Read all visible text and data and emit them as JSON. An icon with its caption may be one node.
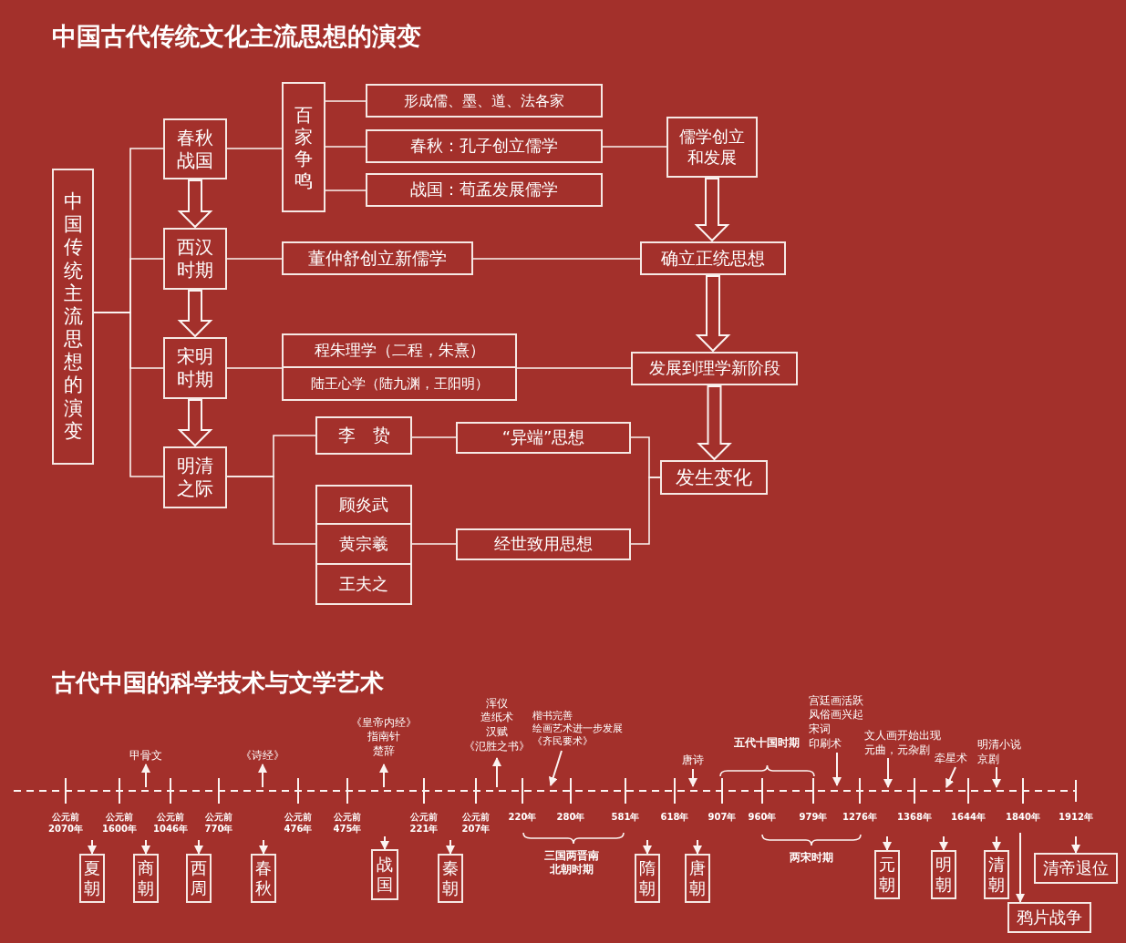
{
  "diagram": {
    "title": "中国古代传统文化主流思想的演变",
    "nodes": [
      {
        "text": [
          "中国传统主流思想的演变"
        ]
      },
      {
        "text": [
          "春秋战国"
        ]
      },
      {
        "text": [
          "西汉时期"
        ]
      },
      {
        "text": [
          "宋明时期"
        ]
      },
      {
        "text": [
          "明清之际"
        ]
      },
      {
        "text": [
          "百家争鸣"
        ]
      },
      {
        "text": [
          "形成儒、墨、道、法各家"
        ]
      },
      {
        "text": [
          "春秋：孔子创立儒学"
        ]
      },
      {
        "text": [
          "战国：荀孟发展儒学"
        ]
      },
      {
        "text": [
          "儒学创立和发展"
        ]
      },
      {
        "text": [
          "董仲舒创立新儒学"
        ]
      },
      {
        "text": [
          "确立正统思想"
        ]
      },
      {
        "text": [
          "程朱理学（二程，朱熹）"
        ]
      },
      {
        "text": [
          "陆王心学（陆九渊，王阳明）"
        ]
      },
      {
        "text": [
          "发展到理学新阶段"
        ]
      },
      {
        "text": [
          "李　贽"
        ]
      },
      {
        "text": [
          "“异端”思想"
        ]
      },
      {
        "text": [
          "顾炎武"
        ]
      },
      {
        "text": [
          "黄宗羲"
        ]
      },
      {
        "text": [
          "王夫之"
        ]
      },
      {
        "text": [
          "经世致用思想"
        ]
      },
      {
        "text": [
          "发生变化"
        ]
      },
      {
        "text": [
          "甲骨文"
        ]
      },
      {
        "text": [
          "《诗经》"
        ]
      },
      {
        "text": [
          "《皇帝内经》",
          "指南针",
          "楚辞"
        ]
      },
      {
        "text": [
          "浑仪",
          "造纸术",
          "汉赋",
          "《氾胜之书》"
        ]
      },
      {
        "text": [
          "楷书完善",
          "绘画艺术进一步发展",
          "《齐民要术》"
        ]
      },
      {
        "text": [
          "唐诗"
        ]
      },
      {
        "text": [
          "宫廷画活跃",
          "风俗画兴起",
          "宋词",
          "印刷术"
        ]
      },
      {
        "text": [
          "文人画开始出现",
          "元曲，元杂剧"
        ]
      },
      {
        "text": [
          "牵星术"
        ]
      },
      {
        "text": [
          "明清小说",
          "京剧"
        ]
      },
      {
        "text": [
          "夏朝"
        ]
      },
      {
        "text": [
          "商朝"
        ]
      },
      {
        "text": [
          "西周"
        ]
      },
      {
        "text": [
          "春秋"
        ]
      },
      {
        "text": [
          "战国"
        ]
      },
      {
        "text": [
          "秦朝"
        ]
      },
      {
        "text": [
          "隋朝"
        ]
      },
      {
        "text": [
          "唐朝"
        ]
      },
      {
        "text": [
          "元朝"
        ]
      },
      {
        "text": [
          "明朝"
        ]
      },
      {
        "text": [
          "清朝"
        ]
      },
      {
        "text": [
          "鸦片战争"
        ]
      },
      {
        "text": [
          "清帝退位"
        ]
      }
    ],
    "edges": [
      {
        "from": 0,
        "to": 1,
        "arrow": "none"
      },
      {
        "from": 0,
        "to": 2,
        "arrow": "none"
      },
      {
        "from": 0,
        "to": 3,
        "arrow": "none"
      },
      {
        "from": 0,
        "to": 4,
        "arrow": "none"
      },
      {
        "from": 1,
        "to": 2,
        "arrow": "to"
      },
      {
        "from": 2,
        "to": 3,
        "arrow": "to"
      },
      {
        "from": 3,
        "to": 4,
        "arrow": "to"
      },
      {
        "from": 1,
        "to": 5,
        "arrow": "none"
      },
      {
        "from": 5,
        "to": 6,
        "arrow": "none"
      },
      {
        "from": 5,
        "to": 7,
        "arrow": "none"
      },
      {
        "from": 5,
        "to": 8,
        "arrow": "none"
      },
      {
        "from": 7,
        "to": 9,
        "arrow": "none"
      },
      {
        "from": 9,
        "to": 11,
        "arrow": "to"
      },
      {
        "from": 2,
        "to": 10,
        "arrow": "none"
      },
      {
        "from": 10,
        "to": 11,
        "arrow": "none"
      },
      {
        "from": 11,
        "to": 14,
        "arrow": "to"
      },
      {
        "from": 3,
        "to": 12,
        "arrow": "none"
      },
      {
        "from": 3,
        "to": 13,
        "arrow": "none"
      },
      {
        "from": 12,
        "to": 14,
        "arrow": "none"
      },
      {
        "from": 13,
        "to": 14,
        "arrow": "none"
      },
      {
        "from": 14,
        "to": 21,
        "arrow": "to"
      },
      {
        "from": 4,
        "to": 15,
        "arrow": "none"
      },
      {
        "from": 4,
        "to": 18,
        "arrow": "none"
      },
      {
        "from": 15,
        "to": 16,
        "arrow": "none"
      },
      {
        "from": 18,
        "to": 20,
        "arrow": "none"
      },
      {
        "from": 16,
        "to": 21,
        "arrow": "none"
      },
      {
        "from": 20,
        "to": 21,
        "arrow": "none"
      },
      {
        "from": null,
        "to": 22,
        "arrow": "to"
      },
      {
        "from": null,
        "to": 23,
        "arrow": "to"
      },
      {
        "from": null,
        "to": 24,
        "arrow": "to"
      },
      {
        "from": null,
        "to": 25,
        "arrow": "to"
      },
      {
        "from": 26,
        "to": null,
        "arrow": "to"
      },
      {
        "from": 27,
        "to": null,
        "arrow": "to"
      },
      {
        "from": 28,
        "to": null,
        "arrow": "to"
      },
      {
        "from": 29,
        "to": null,
        "arrow": "to"
      },
      {
        "from": 30,
        "to": null,
        "arrow": "to"
      },
      {
        "from": 31,
        "to": null,
        "arrow": "to"
      },
      {
        "from": null,
        "to": 32,
        "arrow": "to"
      },
      {
        "from": null,
        "to": 33,
        "arrow": "to"
      },
      {
        "from": null,
        "to": 34,
        "arrow": "to"
      },
      {
        "from": null,
        "to": 35,
        "arrow": "to"
      },
      {
        "from": null,
        "to": 36,
        "arrow": "to"
      },
      {
        "from": null,
        "to": 37,
        "arrow": "to"
      },
      {
        "from": null,
        "to": 38,
        "arrow": "to"
      },
      {
        "from": null,
        "to": 39,
        "arrow": "to"
      },
      {
        "from": null,
        "to": 40,
        "arrow": "to"
      },
      {
        "from": null,
        "to": 41,
        "arrow": "to"
      },
      {
        "from": null,
        "to": 42,
        "arrow": "to"
      },
      {
        "from": null,
        "to": 43,
        "arrow": "to"
      },
      {
        "from": null,
        "to": 44,
        "arrow": "to"
      }
    ],
    "labels": [
      "古代中国的科学技术与文学艺术",
      "公元前2070年",
      "公元前1600年",
      "公元前1046年",
      "公元前770年",
      "公元前476年",
      "公元前475年",
      "公元前221年",
      "公元前207年",
      "220年",
      "280年",
      "581年",
      "618年",
      "907年",
      "960年",
      "979年",
      "1276年",
      "1368年",
      "1644年",
      "1840年",
      "1912年",
      "五代十国时期",
      "三国两晋南北朝时期",
      "两宋时期"
    ]
  }
}
